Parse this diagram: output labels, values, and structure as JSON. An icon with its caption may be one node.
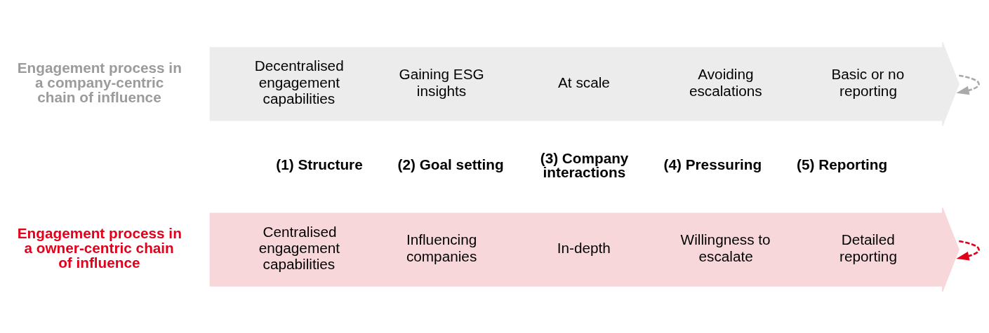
{
  "diagram": {
    "nodes": [
      {
        "text": [
          "Decentralised engagement capabilities",
          "Gaining ESG insights",
          "At scale",
          "Avoiding escalations",
          "Basic or no reporting"
        ],
        "beside": [
          "Engagement process in a company-centric chain of influence"
        ]
      },
      {
        "text": [
          "Centralised engagement capabilities",
          "Influencing companies",
          "In-depth",
          "Willingness to escalate",
          "Detailed reporting"
        ],
        "beside": [
          "Engagement process in a owner-centric chain of influence"
        ]
      }
    ],
    "edges": [
      {
        "from": 0,
        "to": 0,
        "arrow": "to",
        "style": "dashed",
        "color": "#aaaaaa"
      },
      {
        "from": 1,
        "to": 1,
        "arrow": "to",
        "style": "dashed",
        "color": "#e2001a"
      }
    ],
    "labels": [
      "(1) Structure",
      "(2) Goal setting",
      "(3) Company interactions",
      "(4) Pressuring",
      "(5) Reporting"
    ]
  }
}
